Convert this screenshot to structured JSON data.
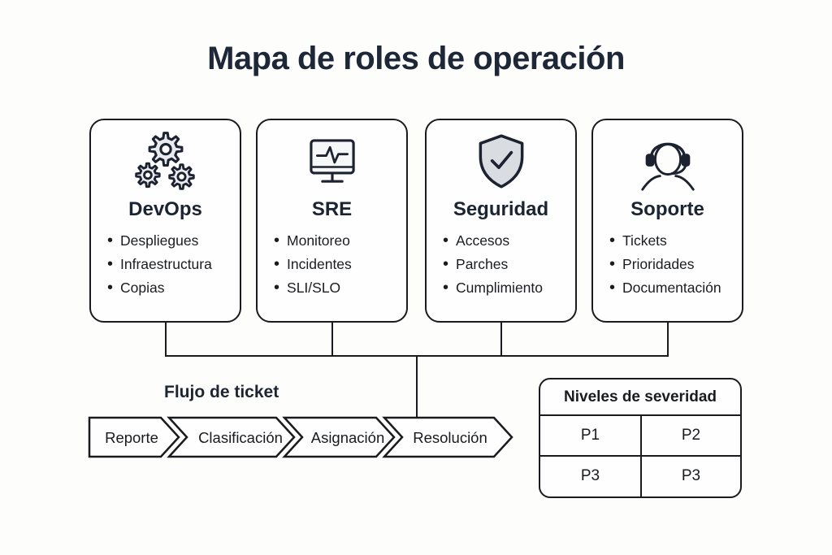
{
  "title": "Mapa de roles de operación",
  "roles": [
    {
      "name": "DevOps",
      "icon": "gears-icon",
      "items": [
        "Despliegues",
        "Infraestructura",
        "Copias"
      ]
    },
    {
      "name": "SRE",
      "icon": "monitor-pulse-icon",
      "items": [
        "Monitoreo",
        "Incidentes",
        "SLI/SLO"
      ]
    },
    {
      "name": "Seguridad",
      "icon": "shield-check-icon",
      "items": [
        "Accesos",
        "Parches",
        "Cumplimiento"
      ]
    },
    {
      "name": "Soporte",
      "icon": "headset-agent-icon",
      "items": [
        "Tickets",
        "Prioridades",
        "Documentación"
      ]
    }
  ],
  "ticket_flow": {
    "label": "Flujo de ticket",
    "steps": [
      "Reporte",
      "Clasificación",
      "Asignación",
      "Resolución"
    ]
  },
  "severity": {
    "title": "Niveles de severidad",
    "cells": [
      [
        "P1",
        "P2"
      ],
      [
        "P3",
        "P3"
      ]
    ]
  },
  "colors": {
    "background": "#fdfdfc",
    "line": "#1a1b1e",
    "title_text": "#1e2738",
    "body_text": "#1a1c20",
    "icon_stroke": "#1c2230",
    "icon_fill_light": "#e9ebee",
    "shield_fill": "#d9dce1"
  }
}
